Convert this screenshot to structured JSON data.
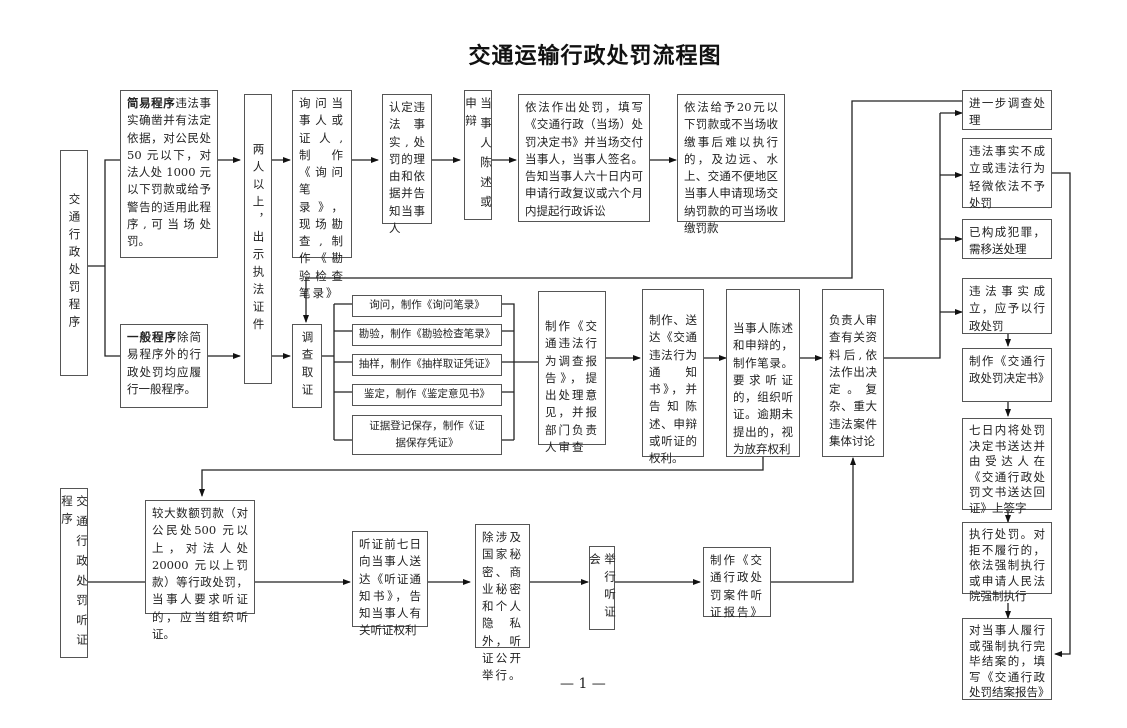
{
  "title": "交通运输行政处罚流程图",
  "page_number": "— 1 —",
  "admin_procedure": {
    "label": "交通行政处罚程序",
    "simple": {
      "heading": "简易程序",
      "text": "违法事实确凿并有法定依据，对公民处50 元以下，对法人处 1000 元以下罚款或给予警告的适用此程序,可当场处罚。"
    },
    "general": {
      "heading": "一般程序",
      "text": "除简易程序外的行政处罚均应履行一般程序。"
    },
    "show_id": "两人以上，出示执法证件",
    "simple_steps": [
      "询问当事人或证人,制作《询问笔录》，现场勘查,制作《勘验检查笔录》",
      "认定违法事实,处罚的理由和依据并告知当事人",
      "当事人陈述或申辩",
      "依法作出处罚，填写《交通行政（当场）处罚决定书》并当场交付当事人，当事人签名。告知当事人六十日内可申请行政复议或六个月内提起行政诉讼",
      "依法给予20元以下罚款或不当场收缴事后难以执行的，及边远、水上、交通不便地区当事人申请现场交纳罚款的可当场收缴罚款"
    ],
    "investigate": "调查取证",
    "evidence_items": [
      "询问，制作《询问笔录》",
      "勘验，制作《勘验检查笔录》",
      "抽样，制作《抽样取证凭证》",
      "鉴定，制作《鉴定意见书》",
      "证据登记保存，制作《证据保存凭证》"
    ],
    "report": "制作《交通违法行为调查报告》，提出处理意见，并报部门负责人审查",
    "notice": "制作、送达《交通违法行为通知书》，并告知陈述、申辩或听证的权利。",
    "statement": "当事人陈述和申辩的，制作笔录。要求听证的，组织听证。逾期未提出的，视为放弃权利",
    "decision": "负责人审查有关资料后,依法作出决定。复杂、重大违法案件集体讨论"
  },
  "outcomes": [
    "进一步调查处理",
    "违法事实不成立或违法行为轻微依法不予处罚",
    "已构成犯罪，需移送处理",
    "违法事实成立，应予以行政处罚",
    "制作《交通行政处罚决定书》",
    "七日内将处罚决定书送达并由受达人在《交通行政处罚文书送达回证》上签字",
    "执行处罚。对拒不履行的，依法强制执行或申请人民法院强制执行",
    "对当事人履行或强制执行完毕结案的，填写《交通行政处罚结案报告》"
  ],
  "hearing_procedure": {
    "label": "交通行政处罚听证程序",
    "steps": [
      "较大数额罚款（对公民处500 元以上，对法人处 20000 元以上罚款）等行政处罚，当事人要求听证的，应当组织听证。",
      "听证前七日向当事人送达《听证通知书》，告知当事人有关听证权利",
      "除涉及国家秘密、商业秘密和个人隐私外，听证公开举行。",
      "举行听证会",
      "制作《交通行政处罚案件听证报告》"
    ]
  }
}
